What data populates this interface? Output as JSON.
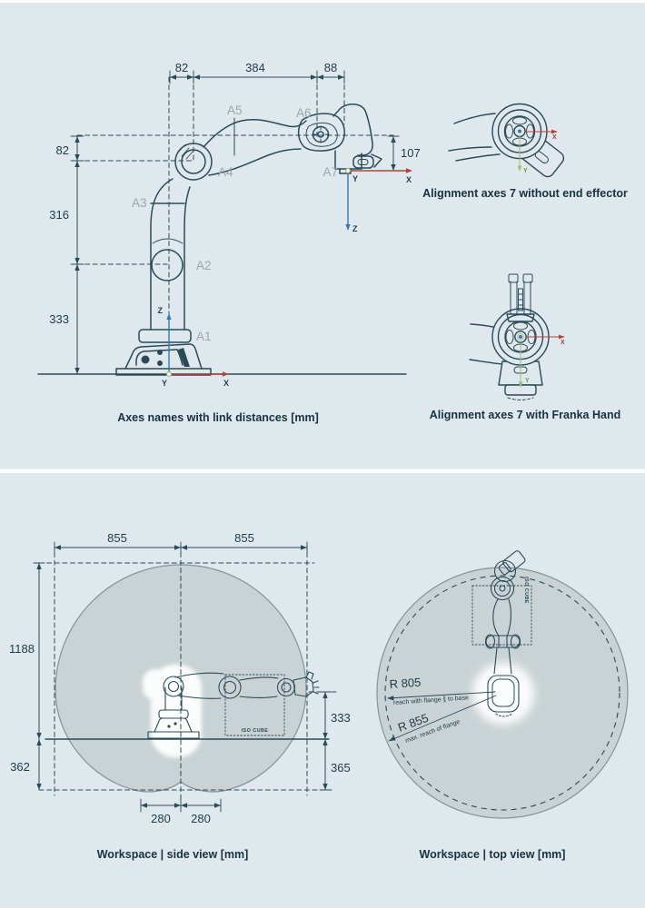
{
  "colors": {
    "background": "#dfe9ed",
    "line": "#2b4a57",
    "joint_label_gray": "#9aa6ad",
    "axis_x_red": "#b3443c",
    "axis_z_blue": "#3279b7",
    "axis_y_green": "#9cc06e",
    "workspace_fill": "#c9d2d4",
    "workspace_stroke": "#85929a"
  },
  "axes_diagram": {
    "caption": "Axes names with link distances [mm]",
    "joints": [
      "A1",
      "A2",
      "A3",
      "A4",
      "A5",
      "A6",
      "A7"
    ],
    "top_dims": [
      "82",
      "384",
      "88"
    ],
    "left_dims": [
      "82",
      "316",
      "333"
    ],
    "right_dim": "107",
    "base_frame": {
      "x": "X",
      "y": "Y",
      "z": "Z"
    },
    "flange_frame": {
      "x": "X",
      "y": "Y",
      "z": "Z"
    }
  },
  "alignment_top": {
    "caption": "Alignment axes 7 without end effector",
    "x": "X",
    "y": "Y"
  },
  "alignment_bottom": {
    "caption": "Alignment axes 7 with Franka Hand",
    "x": "X",
    "y": "Y"
  },
  "workspace_side": {
    "caption": "Workspace | side view [mm]",
    "dim_top_left": "855",
    "dim_top_right": "855",
    "dim_height": "1188",
    "dim_below_left": "362",
    "dim_flange_height": "333",
    "dim_below_right": "365",
    "dim_bottom_left": "280",
    "dim_bottom_right": "280",
    "iso_cube": "ISO CUBE"
  },
  "workspace_top": {
    "caption": "Workspace | top view [mm]",
    "radius_inner": {
      "label": "R 805",
      "description": "reach with flange ∥ to base"
    },
    "radius_outer": {
      "label": "R 855",
      "description": "max. reach of flange"
    },
    "iso_cube": "ISO CUBE"
  }
}
